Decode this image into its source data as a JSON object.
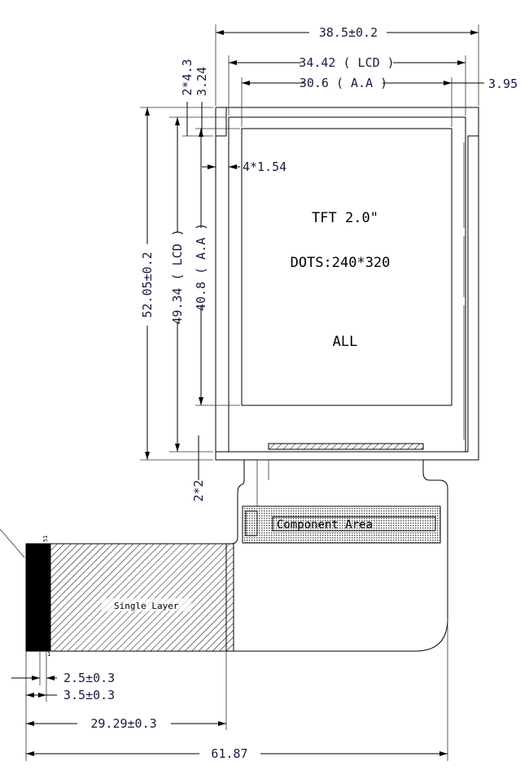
{
  "drawing": {
    "panel_label": "TFT 2.0\"",
    "resolution_label": "DOTS:240*320",
    "view_label": "ALL",
    "component_area_label": "Component Area",
    "fpc_label": "Single Layer",
    "pin_first": "1",
    "pin_last": "51"
  },
  "dimensions": {
    "outline_width": "38.5±0.2",
    "lcd_width": "34.42 ( LCD )",
    "aa_width": "30.6 ( A.A )",
    "right_offset": "3.95",
    "top_offset_a": "2*4.3",
    "top_offset_b": "3.24",
    "side_offset": "4*1.54",
    "outline_height": "52.05±0.2",
    "lcd_height": "49.34 ( LCD )",
    "aa_height": "40.8 ( A.A )",
    "bottom_offset": "2*2",
    "pitch_a": "2.5±0.3",
    "pitch_b": "3.5±0.3",
    "fpc_stiffener": "29.29±0.3",
    "total_length": "61.87"
  }
}
